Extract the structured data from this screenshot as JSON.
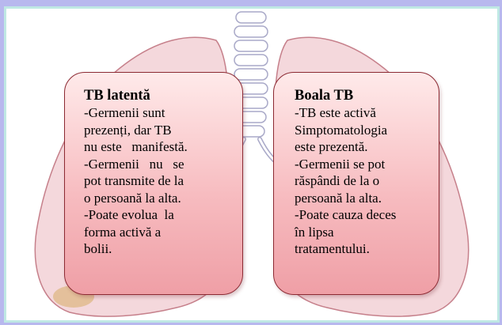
{
  "colors": {
    "background": "#b8b8ee",
    "frame_border": "#bfe8e4",
    "lung": "#f4d8dc",
    "lung_outline": "#c6808b",
    "trachea": "#cfcfe6",
    "card_border": "#8c2a33",
    "card_top": "#ffeaea",
    "card_bottom": "#ef9fa6"
  },
  "cards": [
    {
      "title": "TB latentă",
      "lines": [
        "-Germenii sunt",
        "prezenți, dar TB",
        "nu este   manifestă.",
        "-Germenii   nu   se",
        "pot transmite de la",
        "o persoană la alta.",
        "-Poate evolua  la",
        "forma activă a",
        "bolii."
      ]
    },
    {
      "title": "Boala TB",
      "lines": [
        "-TB este activă",
        "Simptomatologia",
        "este prezentă.",
        "-Germenii se pot",
        "răspândi de la o",
        "persoană la alta.",
        "-Poate cauza deces",
        "în lipsa",
        "tratamentului."
      ]
    }
  ]
}
